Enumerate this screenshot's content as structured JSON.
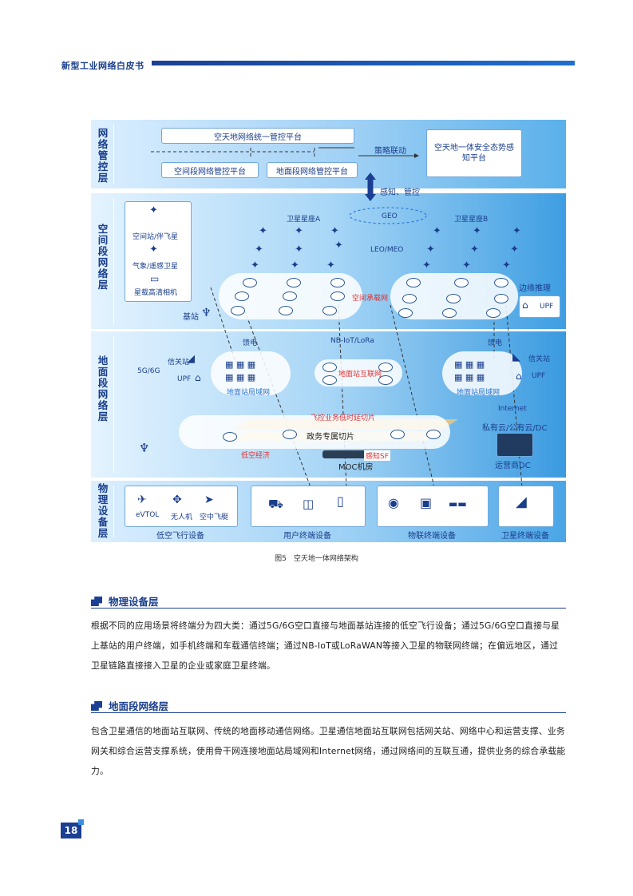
{
  "header": {
    "title": "新型工业网络白皮书"
  },
  "figure": {
    "layers": {
      "mgmt": "网络管控层",
      "space": "空间段网络层",
      "ground": "地面段网络层",
      "physical": "物理设备层"
    },
    "mgmt": {
      "unified": "空天地网络统一管控平台",
      "space_platform": "空间段网络管控平台",
      "ground_platform": "地面段网络管控平台",
      "linkage": "策略联动",
      "security": "空天地一体安全态势感知平台",
      "sense": "感知、管控"
    },
    "space": {
      "constellation_a": "卫星星座A",
      "constellation_b": "卫星星座B",
      "geo": "GEO",
      "leo_meo": "LEO/MEO",
      "bearer": "空间承载网",
      "edge": "边缘推理",
      "upf": "UPF",
      "base_station": "基站",
      "loads": [
        "空间站/伴飞星",
        "气象/遥感卫星",
        "星载高清相机"
      ]
    },
    "ground": {
      "feeder_left": "馈电",
      "feeder_right": "馈电",
      "nbiot": "NB-IoT/LoRa",
      "gs_internet": "地面站互联网",
      "gateway_left": "信关站",
      "gateway_right": "信关站",
      "upf_left": "UPF",
      "upf_right": "UPF",
      "lan_left": "地面站局域网",
      "lan_right": "地面站局域网",
      "g5g6": "5G/6G",
      "internet": "Internet",
      "cloud": "私有云/公有云/DC",
      "carrier": "运营商DC",
      "slice_flight": "飞控业务低时延切片",
      "slice_gov": "政务专属切片",
      "low_alt": "低空经济",
      "perception": "感知SF",
      "moc": "MOC机房"
    },
    "physical": {
      "groups": [
        {
          "label": "低空飞行设备",
          "items": [
            "eVTOL",
            "无人机",
            "空中飞艇"
          ]
        },
        {
          "label": "用户终端设备",
          "items": []
        },
        {
          "label": "物联终端设备",
          "items": []
        },
        {
          "label": "卫星终端设备",
          "items": []
        }
      ]
    },
    "caption": "图5　空天地一体网络架构"
  },
  "sections": [
    {
      "title": "物理设备层",
      "body": "根据不同的应用场景将终端分为四大类：通过5G/6G空口直接与地面基站连接的低空飞行设备；通过5G/6G空口直接与星上基站的用户终端，如手机终端和车载通信终端；通过NB-IoT或LoRaWAN等接入卫星的物联网终端；在偏远地区，通过卫星链路直接接入卫星的企业或家庭卫星终端。"
    },
    {
      "title": "地面段网络层",
      "body": "包含卫星通信的地面站互联网、传统的地面移动通信网络。卫星通信地面站互联网包括网关站、网络中心和运营支撑、业务网关和综合运营支撑系统，使用骨干网连接地面站局域网和Internet网络，通过网络间的互联互通，提供业务的综合承载能力。"
    }
  ],
  "page_number": "18",
  "colors": {
    "brand": "#1b3f93",
    "accent": "#1f6fd0",
    "alert": "#e03030"
  }
}
